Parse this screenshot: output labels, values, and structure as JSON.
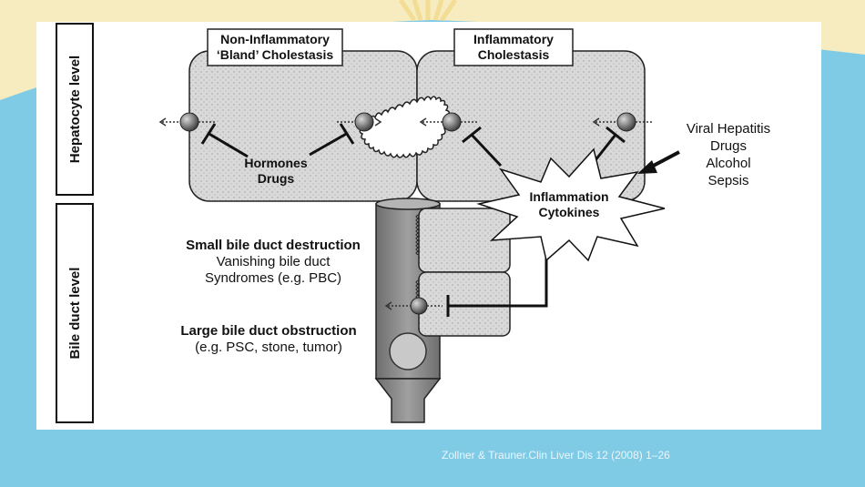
{
  "side_labels": {
    "hepatocyte": "Hepatocyte level",
    "bile_duct": "Bile duct level"
  },
  "boxes": {
    "non_inflammatory": [
      "Non-Inflammatory",
      "‘Bland’ Cholestasis"
    ],
    "inflammatory": [
      "Inflammatory",
      "Cholestasis"
    ]
  },
  "labels": {
    "hormones": "Hormones",
    "drugs": "Drugs",
    "inflammation": "Inflammation",
    "cytokines": "Cytokines",
    "causes": [
      "Viral Hepatitis",
      "Drugs",
      "Alcohol",
      "Sepsis"
    ],
    "small_duct_title": "Small bile duct destruction",
    "small_duct_line2": "Vanishing bile duct",
    "small_duct_line3": "Syndromes (e.g. PBC)",
    "large_duct_title": "Large bile duct obstruction",
    "large_duct_line2": "(e.g. PSC, stone, tumor)"
  },
  "citation": "Zollner & Trauner.Clin Liver Dis 12 (2008) 1–26",
  "colors": {
    "background": "#7fcbe6",
    "sunburst": "#f6ecc0",
    "panel": "#ffffff",
    "cell_fill": "#d6d6d6",
    "duct_fill": "#8a8a8a"
  }
}
